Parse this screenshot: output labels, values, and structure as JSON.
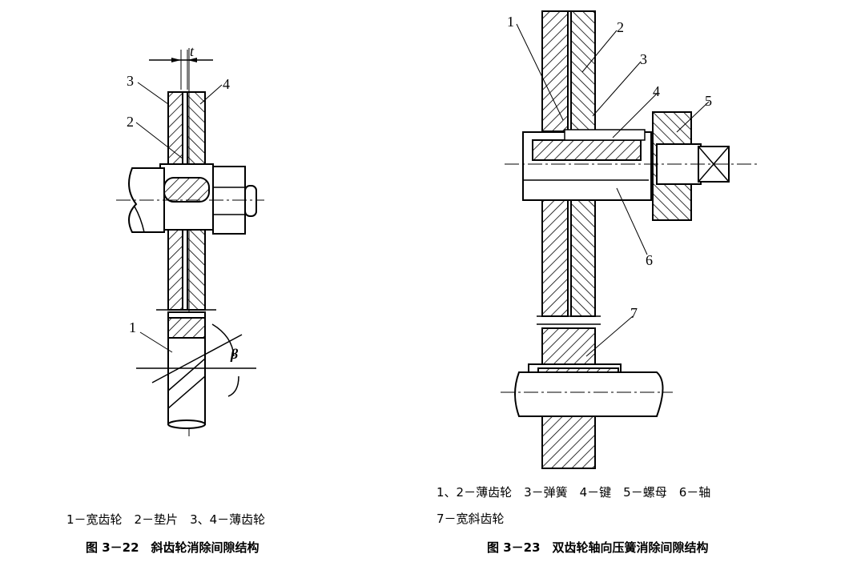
{
  "figure_3_22": {
    "labels": {
      "n1": "1",
      "n2": "2",
      "n3": "3",
      "n4": "4",
      "t": "t",
      "beta": "β"
    },
    "legend": "1－宽齿轮　2－垫片　3、4－薄齿轮",
    "title": "图 3－22　斜齿轮消除间隙结构"
  },
  "figure_3_23": {
    "labels": {
      "n1": "1",
      "n2": "2",
      "n3": "3",
      "n4": "4",
      "n5": "5",
      "n6": "6",
      "n7": "7"
    },
    "legend_line1": "1、2－薄齿轮　3－弹簧　4－键　5－螺母　6－轴",
    "legend_line2": "7－宽斜齿轮",
    "title": "图 3－23　双齿轮轴向压簧消除间隙结构"
  }
}
